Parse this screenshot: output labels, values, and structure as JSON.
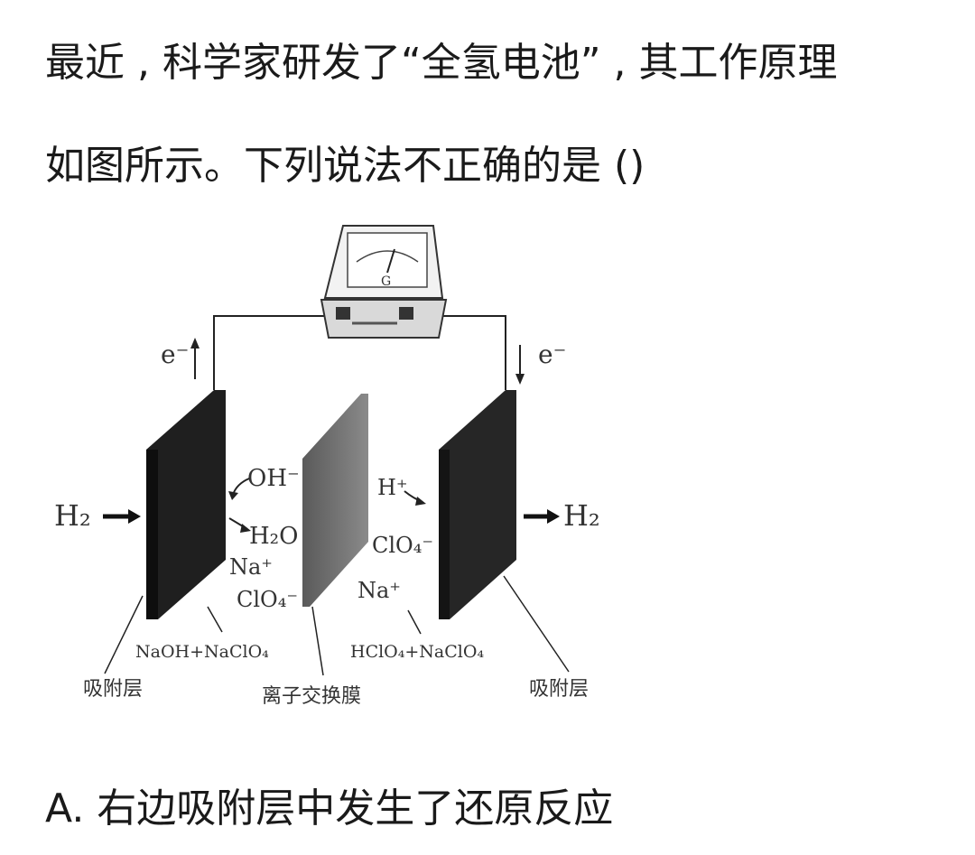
{
  "question": {
    "line1": "最近 , 科学家研发了“全氢电池” , 其工作原理",
    "line2": "如图所示。下列说法不正确的是 ()"
  },
  "diagram": {
    "electron_left": "e⁻",
    "electron_right": "e⁻",
    "h2_in": "H₂",
    "h2_out": "H₂",
    "oh": "OH⁻",
    "h2o": "H₂O",
    "na_left": "Na⁺",
    "clo4_left": "ClO₄⁻",
    "h_plus": "H⁺",
    "clo4_right": "ClO₄⁻",
    "na_right": "Na⁺",
    "electrolyte_left": "NaOH+NaClO₄",
    "electrolyte_right": "HClO₄+NaClO₄",
    "label_adsorb_left": "吸附层",
    "label_membrane": "离子交换膜",
    "label_adsorb_right": "吸附层",
    "meter_symbol": "G"
  },
  "options": {
    "a": "A. 右边吸附层中发生了还原反应"
  }
}
